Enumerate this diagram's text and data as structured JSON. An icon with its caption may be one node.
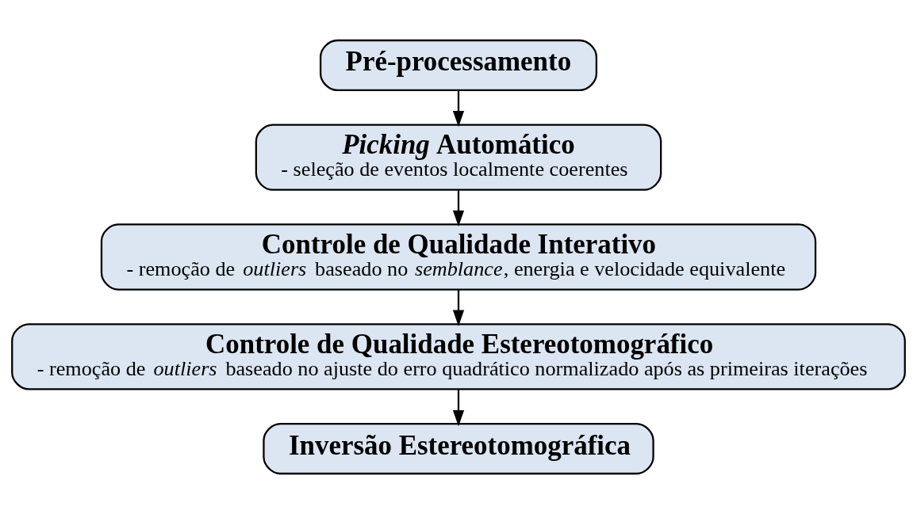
{
  "diagram": {
    "nodes": [
      {
        "text": [
          "Pré-processamento"
        ]
      },
      {
        "text": [
          "*Picking* Automático",
          "- seleção de eventos localmente coerentes"
        ]
      },
      {
        "text": [
          "Controle de Qualidade Interativo",
          "- remoção de *outliers* baseado no *semblance*, energia e velocidade equivalente"
        ]
      },
      {
        "text": [
          "Controle de Qualidade Estereotomográfico",
          "- remoção de *outliers* baseado no ajuste do erro quadrático normalizado após as primeiras iterações"
        ]
      },
      {
        "text": [
          "Inversão Estereotomográfica"
        ]
      }
    ],
    "edges": [
      {
        "from": 0,
        "to": 1,
        "arrow": "to"
      },
      {
        "from": 1,
        "to": 2,
        "arrow": "to"
      },
      {
        "from": 2,
        "to": 3,
        "arrow": "to"
      },
      {
        "from": 3,
        "to": 4,
        "arrow": "to"
      }
    ]
  }
}
